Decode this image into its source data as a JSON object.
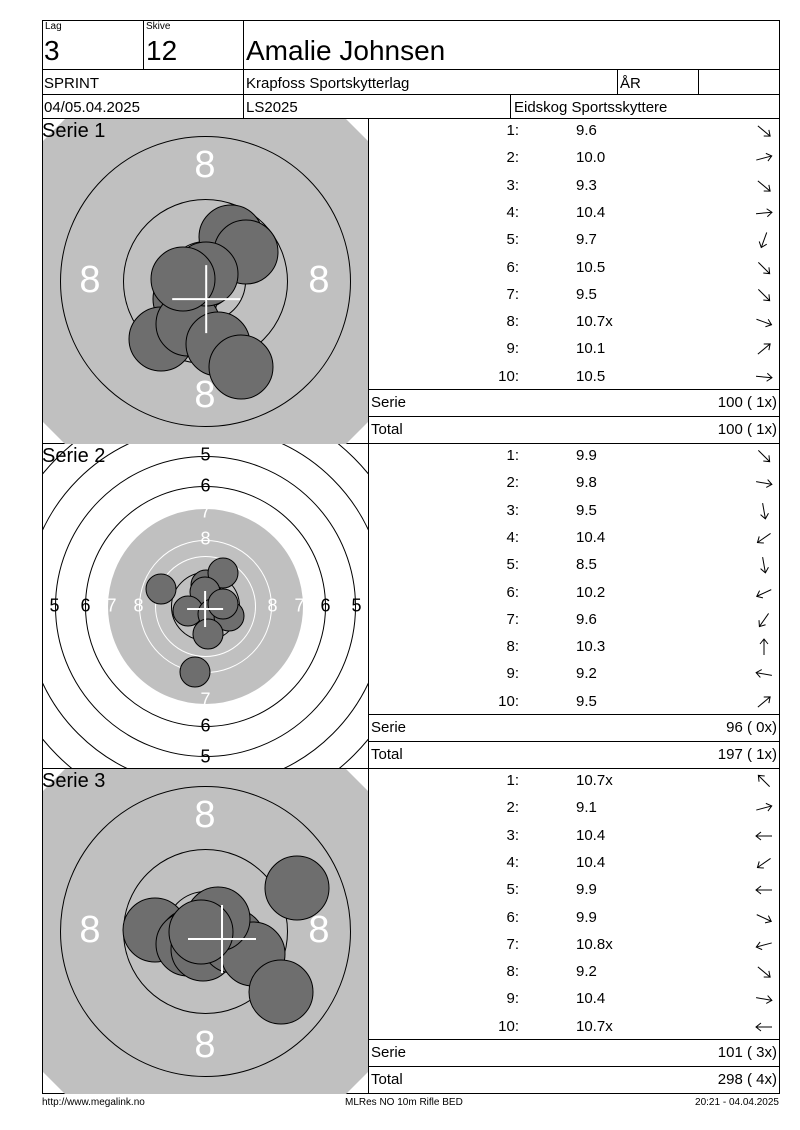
{
  "header": {
    "lag_label": "Lag",
    "lag_value": "3",
    "skive_label": "Skive",
    "skive_value": "12",
    "shooter_name": "Amalie Johnsen",
    "class": "SPRINT",
    "club": "Krapfoss Sportskytterlag",
    "year_label": "ÅR",
    "year_value": "",
    "date": "04/05.04.2025",
    "competition": "LS2025",
    "organizer": "Eidskog Sportsskyttere"
  },
  "series": [
    {
      "title": "Serie 1",
      "target_type": "zoomed",
      "shots": [
        {
          "num": "1:",
          "value": "9.6",
          "dir": -40
        },
        {
          "num": "2:",
          "value": "10.0",
          "dir": 15
        },
        {
          "num": "3:",
          "value": "9.3",
          "dir": -40
        },
        {
          "num": "4:",
          "value": "10.4",
          "dir": 5
        },
        {
          "num": "5:",
          "value": "9.7",
          "dir": -110
        },
        {
          "num": "6:",
          "value": "10.5",
          "dir": -45
        },
        {
          "num": "7:",
          "value": "9.5",
          "dir": -45
        },
        {
          "num": "8:",
          "value": "10.7x",
          "dir": -20
        },
        {
          "num": "9:",
          "value": "10.1",
          "dir": 40
        },
        {
          "num": "10:",
          "value": "10.5",
          "dir": -5
        }
      ],
      "serie_label": "Serie",
      "serie_result": "100 ( 1x)",
      "total_label": "Total",
      "total_result": "100 ( 1x)"
    },
    {
      "title": "Serie 2",
      "target_type": "full",
      "shots": [
        {
          "num": "1:",
          "value": "9.9",
          "dir": -45
        },
        {
          "num": "2:",
          "value": "9.8",
          "dir": -10
        },
        {
          "num": "3:",
          "value": "9.5",
          "dir": -80
        },
        {
          "num": "4:",
          "value": "10.4",
          "dir": -145
        },
        {
          "num": "5:",
          "value": "8.5",
          "dir": -80
        },
        {
          "num": "6:",
          "value": "10.2",
          "dir": -155
        },
        {
          "num": "7:",
          "value": "9.6",
          "dir": -125
        },
        {
          "num": "8:",
          "value": "10.3",
          "dir": 90
        },
        {
          "num": "9:",
          "value": "9.2",
          "dir": 170
        },
        {
          "num": "10:",
          "value": "9.5",
          "dir": 40
        }
      ],
      "serie_label": "Serie",
      "serie_result": "96 ( 0x)",
      "total_label": "Total",
      "total_result": "197 ( 1x)"
    },
    {
      "title": "Serie 3",
      "target_type": "zoomed",
      "shots": [
        {
          "num": "1:",
          "value": "10.7x",
          "dir": 135
        },
        {
          "num": "2:",
          "value": "9.1",
          "dir": 15
        },
        {
          "num": "3:",
          "value": "10.4",
          "dir": 180
        },
        {
          "num": "4:",
          "value": "10.4",
          "dir": -145
        },
        {
          "num": "5:",
          "value": "9.9",
          "dir": 180
        },
        {
          "num": "6:",
          "value": "9.9",
          "dir": -25
        },
        {
          "num": "7:",
          "value": "10.8x",
          "dir": -165
        },
        {
          "num": "8:",
          "value": "9.2",
          "dir": -40
        },
        {
          "num": "9:",
          "value": "10.4",
          "dir": -10
        },
        {
          "num": "10:",
          "value": "10.7x",
          "dir": 180
        }
      ],
      "serie_label": "Serie",
      "serie_result": "101 ( 3x)",
      "total_label": "Total",
      "total_result": "298 ( 4x)"
    }
  ],
  "target_ring_labels": {
    "zoomed": [
      "8",
      "8",
      "8",
      "8"
    ],
    "full": [
      "5",
      "6",
      "7",
      "8"
    ]
  },
  "footer": {
    "left": "http://www.megalink.no",
    "center": "MLRes NO 10m Rifle BED",
    "right": "20:21 - 04.04.2025"
  },
  "colors": {
    "target_gray": "#c0c0c0",
    "shot_fill": "#6e6e6e",
    "border": "#000000"
  }
}
